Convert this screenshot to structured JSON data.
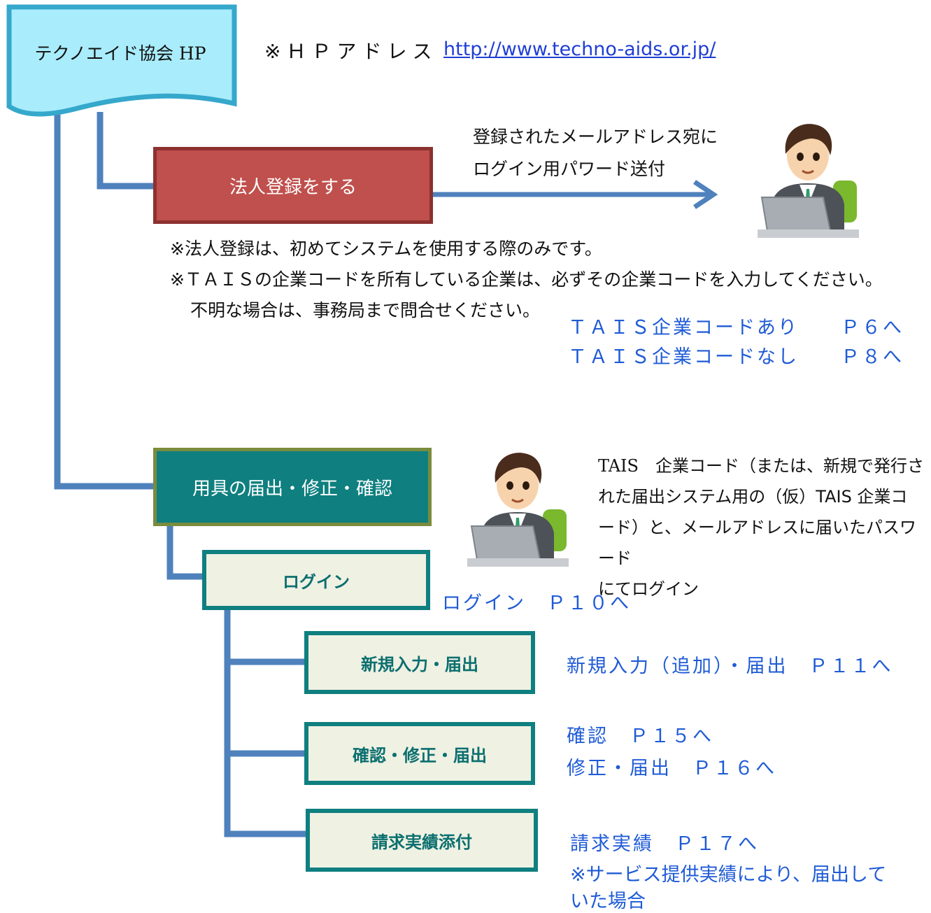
{
  "header": {
    "hp_label": "テクノエイド協会 HP",
    "address_label": "※ＨＰアドレス",
    "url": "http://www.techno-aids.or.jp/"
  },
  "corporate": {
    "button_label": "法人登録をする",
    "email_note_line1": "登録されたメールアドレス宛に",
    "email_note_line2": "ログイン用パワード送付",
    "note1": "※法人登録は、初めてシステムを使用する際のみです。",
    "note2": "※ＴＡＩＳの企業コードを所有している企業は、必ずその企業コードを入力してください。",
    "note3": "不明な場合は、事務局まで問合せください。",
    "link_with_code": "ＴＡＩＳ企業コードあり　　Ｐ６へ",
    "link_without_code": "ＴＡＩＳ企業コードなし　　Ｐ８へ"
  },
  "equipment": {
    "button_label": "用具の届出・修正・確認",
    "login_note_line1": "TAIS　企業コード（または、新規で発行さ",
    "login_note_line2": "れた届出システム用の（仮）TAIS 企業コ",
    "login_note_line3": "ード）と、メールアドレスに届いたパスワード",
    "login_note_line4": "にてログイン"
  },
  "steps": {
    "login_label": "ログイン",
    "login_ref": "ログイン　Ｐ１０へ",
    "new_entry_label": "新規入力・届出",
    "new_entry_ref": "新規入力（追加）・届出　Ｐ１１へ",
    "confirm_label": "確認・修正・届出",
    "confirm_ref": "確認　Ｐ１５へ",
    "modify_ref": "修正・届出　Ｐ１６へ",
    "billing_label": "請求実績添付",
    "billing_ref": "請求実績　Ｐ１７へ",
    "billing_note_line1": "※サービス提供実績により、届出して",
    "billing_note_line2": "いた場合"
  },
  "colors": {
    "connector": "#4f81bd",
    "red": "#c0504d",
    "teal": "#0f7f7f",
    "link_blue": "#1f5bd6"
  }
}
